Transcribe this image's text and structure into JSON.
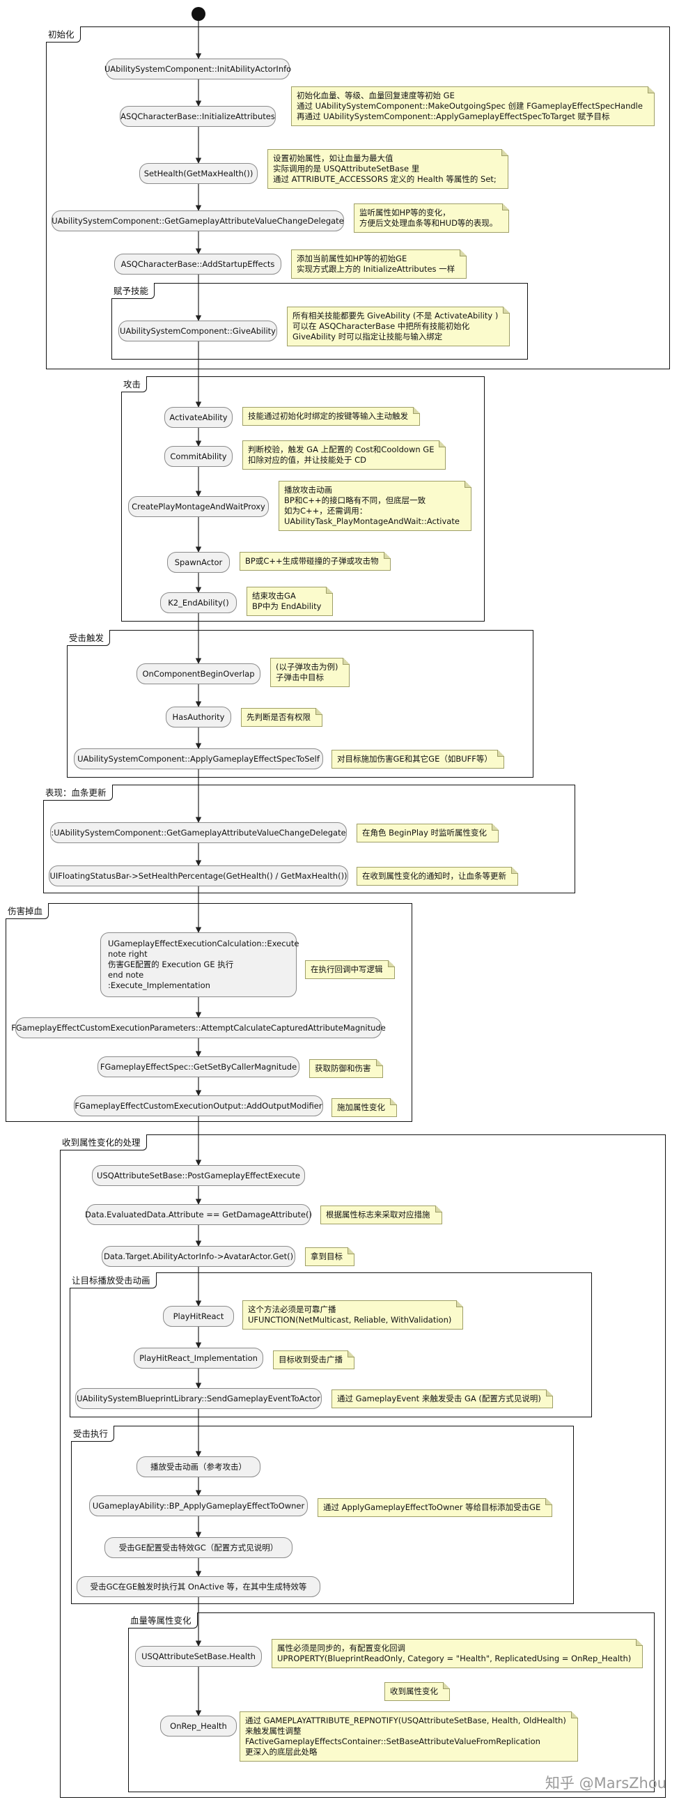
{
  "partitions": {
    "init": "初始化",
    "grant": "赋予技能",
    "attack": "攻击",
    "hit": "受击触发",
    "display": "表现：血条更新",
    "damage": "伤害掉血",
    "attrchange": "收到属性变化的处理",
    "hitanim": "让目标播放受击动画",
    "hitexec": "受击执行",
    "health": "血量等属性变化"
  },
  "nodes": {
    "n1": "UAbilitySystemComponent::InitAbilityActorInfo",
    "n2": "ASQCharacterBase::InitializeAttributes",
    "n3": "SetHealth(GetMaxHealth())",
    "n4": "UAbilitySystemComponent::GetGameplayAttributeValueChangeDelegate",
    "n5": "ASQCharacterBase::AddStartupEffects",
    "n6": "UAbilitySystemComponent::GiveAbility",
    "n7": "ActivateAbility",
    "n8": "CommitAbility",
    "n9": "CreatePlayMontageAndWaitProxy",
    "n10": "SpawnActor",
    "n11": "K2_EndAbility()",
    "n12": "OnComponentBeginOverlap",
    "n13": "HasAuthority",
    "n14": "UAbilitySystemComponent::ApplyGameplayEffectSpecToSelf",
    "n15": ":UAbilitySystemComponent::GetGameplayAttributeValueChangeDelegate",
    "n16": "UIFloatingStatusBar->SetHealthPercentage(GetHealth() / GetMaxHealth())",
    "n17": [
      "UGameplayEffectExecutionCalculation::Execute",
      "note right",
      "伤害GE配置的 Execution GE 执行",
      "end note",
      ":Execute_Implementation"
    ],
    "n18": "FGameplayEffectCustomExecutionParameters::AttemptCalculateCapturedAttributeMagnitude",
    "n19": "FGameplayEffectSpec::GetSetByCallerMagnitude",
    "n20": "FGameplayEffectCustomExecutionOutput::AddOutputModifier",
    "n21": "USQAttributeSetBase::PostGameplayEffectExecute",
    "n22": "Data.EvaluatedData.Attribute == GetDamageAttribute()",
    "n23": "Data.Target.AbilityActorInfo->AvatarActor.Get()",
    "n24": "PlayHitReact",
    "n25": "PlayHitReact_Implementation",
    "n26": "UAbilitySystemBlueprintLibrary::SendGameplayEventToActor",
    "n27": "播放受击动画（参考攻击）",
    "n28": "UGameplayAbility::BP_ApplyGameplayEffectToOwner",
    "n29": "受击GE配置受击特效GC（配置方式见说明）",
    "n30": "受击GC在GE触发时执行其 OnActive 等，在其中生成特效等",
    "n31": "USQAttributeSetBase.Health",
    "n32": "OnRep_Health"
  },
  "notes": {
    "t2": [
      "初始化血量、等级、血量回复速度等初始 GE",
      "通过 UAbilitySystemComponent::MakeOutgoingSpec 创建 FGameplayEffectSpecHandle",
      "再通过 UAbilitySystemComponent::ApplyGameplayEffectSpecToTarget 赋予目标"
    ],
    "t3": [
      "设置初始属性，如让血量为最大值",
      "实际调用的是 USQAttributeSetBase 里",
      "通过 ATTRIBUTE_ACCESSORS 定义的 Health 等属性的 Set;"
    ],
    "t4": [
      "监听属性如HP等的变化，",
      "方便后文处理血条等和HUD等的表现。"
    ],
    "t5": [
      "添加当前属性如HP等的初始GE",
      "实现方式跟上方的 InitializeAttributes 一样"
    ],
    "t6": [
      "所有相关技能都要先 GiveAbility (不是 ActivateAbility )",
      "可以在 ASQCharacterBase 中把所有技能初始化",
      "GiveAbility 时可以指定让技能与输入绑定"
    ],
    "t7": [
      "技能通过初始化时绑定的按键等输入主动触发"
    ],
    "t8": [
      "判断校验，触发 GA 上配置的 Cost和Cooldown GE",
      "扣除对应的值，并让技能处于 CD"
    ],
    "t9": [
      "播放攻击动画",
      "BP和C++的接口略有不同，但底层一致",
      "如为C++，还需调用：",
      "UAbilityTask_PlayMontageAndWait::Activate"
    ],
    "t10": [
      "BP或C++生成带碰撞的子弹或攻击物"
    ],
    "t11": [
      "结束攻击GA",
      "BP中为 EndAbility"
    ],
    "t12": [
      "(以子弹攻击为例)",
      "子弹击中目标"
    ],
    "t13": [
      "先判断是否有权限"
    ],
    "t14": [
      "对目标施加伤害GE和其它GE（如BUFF等）"
    ],
    "t15": [
      "在角色 BeginPlay 时监听属性变化"
    ],
    "t16": [
      "在收到属性变化的通知时，让血条等更新"
    ],
    "t17": [
      "在执行回调中写逻辑"
    ],
    "t19": [
      "获取防御和伤害"
    ],
    "t20": [
      "施加属性变化"
    ],
    "t22": [
      "根据属性标志来采取对应措施"
    ],
    "t23": [
      "拿到目标"
    ],
    "t24": [
      "这个方法必须是可靠广播",
      "UFUNCTION(NetMulticast, Reliable, WithValidation)"
    ],
    "t25": [
      "目标收到受击广播"
    ],
    "t26": [
      "通过 GameplayEvent 来触发受击 GA (配置方式见说明)"
    ],
    "t28": [
      "通过 ApplyGameplayEffectToOwner 等给目标添加受击GE"
    ],
    "t31": [
      "属性必须是同步的，有配置变化回调",
      "UPROPERTY(BlueprintReadOnly, Category = \"Health\", ReplicatedUsing = OnRep_Health)"
    ],
    "t31b": [
      "收到属性变化"
    ],
    "t32": [
      "通过 GAMEPLAYATTRIBUTE_REPNOTIFY(USQAttributeSetBase, Health, OldHealth)",
      "来触发属性调整",
      "FActiveGameplayEffectsContainer::SetBaseAttributeValueFromReplication",
      "更深入的底层此处略"
    ]
  },
  "watermark": "知乎 @MarsZhou"
}
